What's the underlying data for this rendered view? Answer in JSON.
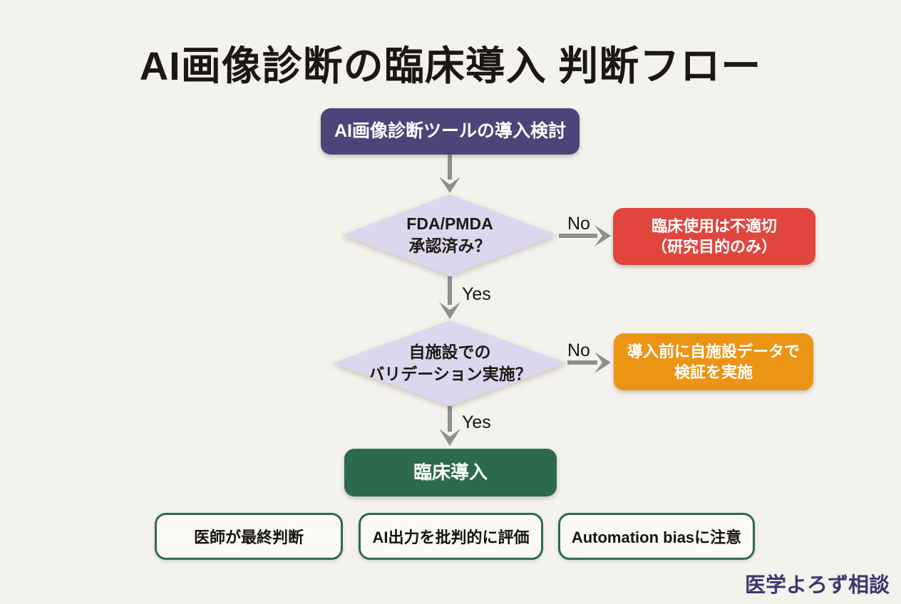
{
  "page": {
    "title": "AI画像診断の臨床導入 判断フロー",
    "watermark": "医学よろず相談"
  },
  "flow": {
    "start": {
      "label": "AI画像診断ツールの導入検討"
    },
    "decision1": {
      "line1": "FDA/PMDA",
      "line2": "承認済み？",
      "no_label": "No",
      "yes_label": "Yes"
    },
    "reject": {
      "line1": "臨床使用は不適切",
      "line2": "（研究目的のみ）"
    },
    "decision2": {
      "line1": "自施設での",
      "line2": "バリデーション実施？",
      "no_label": "No",
      "yes_label": "Yes"
    },
    "validate": {
      "line1": "導入前に自施設データで",
      "line2": "検証を実施"
    },
    "adopt": {
      "label": "臨床導入"
    },
    "notes": [
      {
        "label": "医師が最終判断"
      },
      {
        "label": "AI出力を批判的に評価"
      },
      {
        "label": "Automation biasに注意"
      }
    ]
  },
  "colors": {
    "background": "#f4f2ed",
    "start_node": "#4c4579",
    "decision_node": "#dcd7ec",
    "reject_node": "#e0463e",
    "validate_node": "#ec9414",
    "adopt_node": "#2c6a4c",
    "note_border": "#2d6b4c",
    "arrow": "#8f8e8c",
    "watermark_text": "#3c3870"
  }
}
